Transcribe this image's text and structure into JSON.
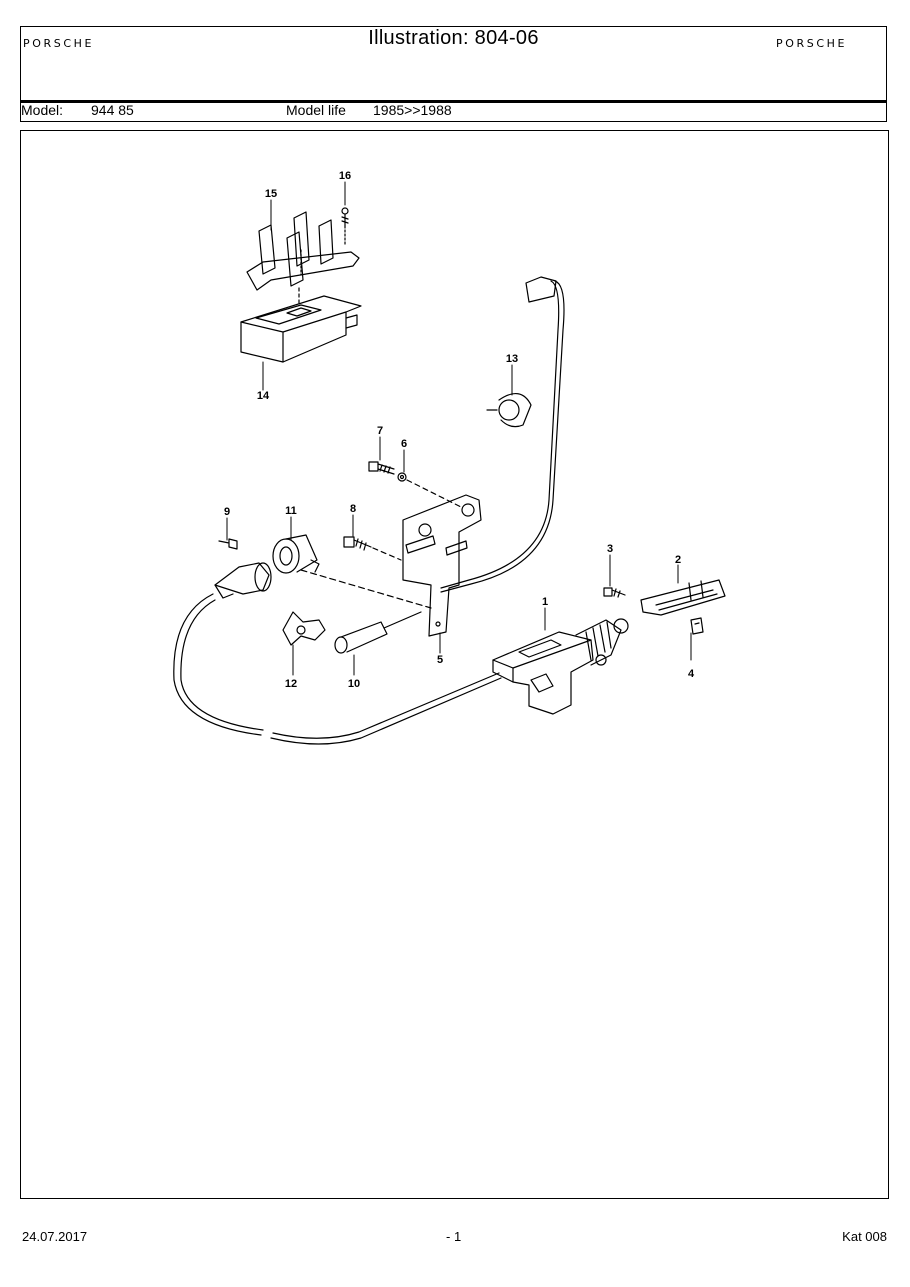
{
  "header": {
    "title": "Illustration: 804-06",
    "brand_left": "PORSCHE",
    "brand_right": "PORSCHE",
    "model_label": "Model:",
    "model_value": "944 85",
    "model_life_label": "Model life",
    "model_life_value": "1985>>1988"
  },
  "diagram": {
    "callouts": [
      {
        "id": "1",
        "label": "1"
      },
      {
        "id": "2",
        "label": "2"
      },
      {
        "id": "3",
        "label": "3"
      },
      {
        "id": "4",
        "label": "4"
      },
      {
        "id": "5",
        "label": "5"
      },
      {
        "id": "6",
        "label": "6"
      },
      {
        "id": "7",
        "label": "7"
      },
      {
        "id": "8",
        "label": "8"
      },
      {
        "id": "9",
        "label": "9"
      },
      {
        "id": "10",
        "label": "10"
      },
      {
        "id": "11",
        "label": "11"
      },
      {
        "id": "12",
        "label": "12"
      },
      {
        "id": "13",
        "label": "13"
      },
      {
        "id": "14",
        "label": "14"
      },
      {
        "id": "15",
        "label": "15"
      },
      {
        "id": "16",
        "label": "16"
      }
    ]
  },
  "footer": {
    "date": "24.07.2017",
    "page": "- 1",
    "catalog": "Kat 008"
  }
}
